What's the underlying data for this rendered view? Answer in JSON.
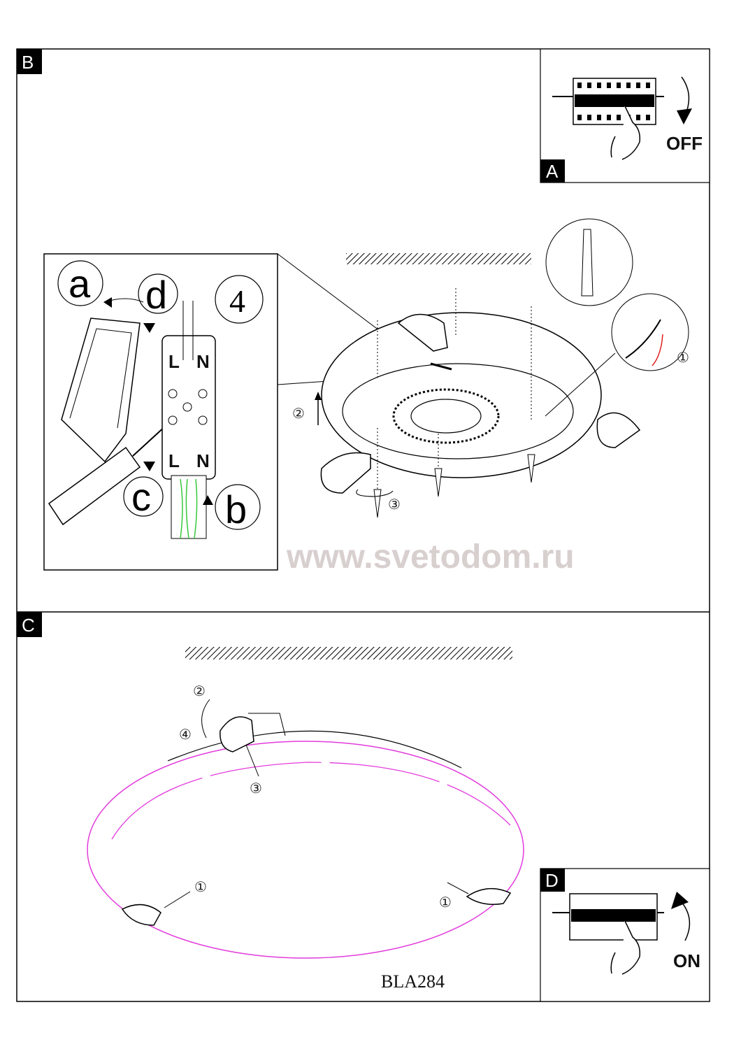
{
  "sections": {
    "B": {
      "label": "B"
    },
    "A": {
      "label": "A",
      "switch_state": "OFF"
    },
    "C": {
      "label": "C"
    },
    "D": {
      "label": "D",
      "switch_state": "ON"
    }
  },
  "wiring_inset": {
    "step_number": "4",
    "letters": {
      "a": "a",
      "b": "b",
      "c": "c",
      "d": "d"
    },
    "terminal_top": {
      "live": "L",
      "neutral": "N"
    },
    "terminal_bottom": {
      "live": "L",
      "neutral": "N"
    }
  },
  "mounting_steps": {
    "s1": "①",
    "s2": "②",
    "s3": "③"
  },
  "shade_steps": {
    "s1a": "①",
    "s1b": "①",
    "s2": "②",
    "s3": "③",
    "s4": "④"
  },
  "watermark": "www.svetodom.ru",
  "model_code": "BLA284",
  "colors": {
    "wire_green": "#39c83a",
    "shade_outline": "#e23bdc",
    "arrow_red": "#e02020",
    "watermark": "#d8cfcf"
  }
}
